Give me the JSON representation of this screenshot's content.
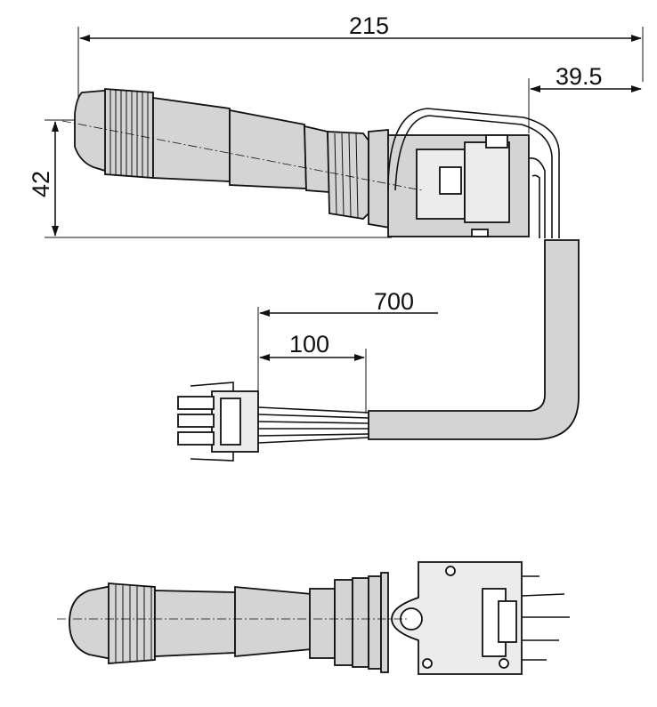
{
  "dimensions": {
    "overall_length": "215",
    "connector_offset": "39.5",
    "height": "42",
    "cable_length": "700",
    "strip_length": "100"
  },
  "colors": {
    "ink": "#111111",
    "body_fill": "#d4d4d4",
    "paper": "#ffffff"
  }
}
